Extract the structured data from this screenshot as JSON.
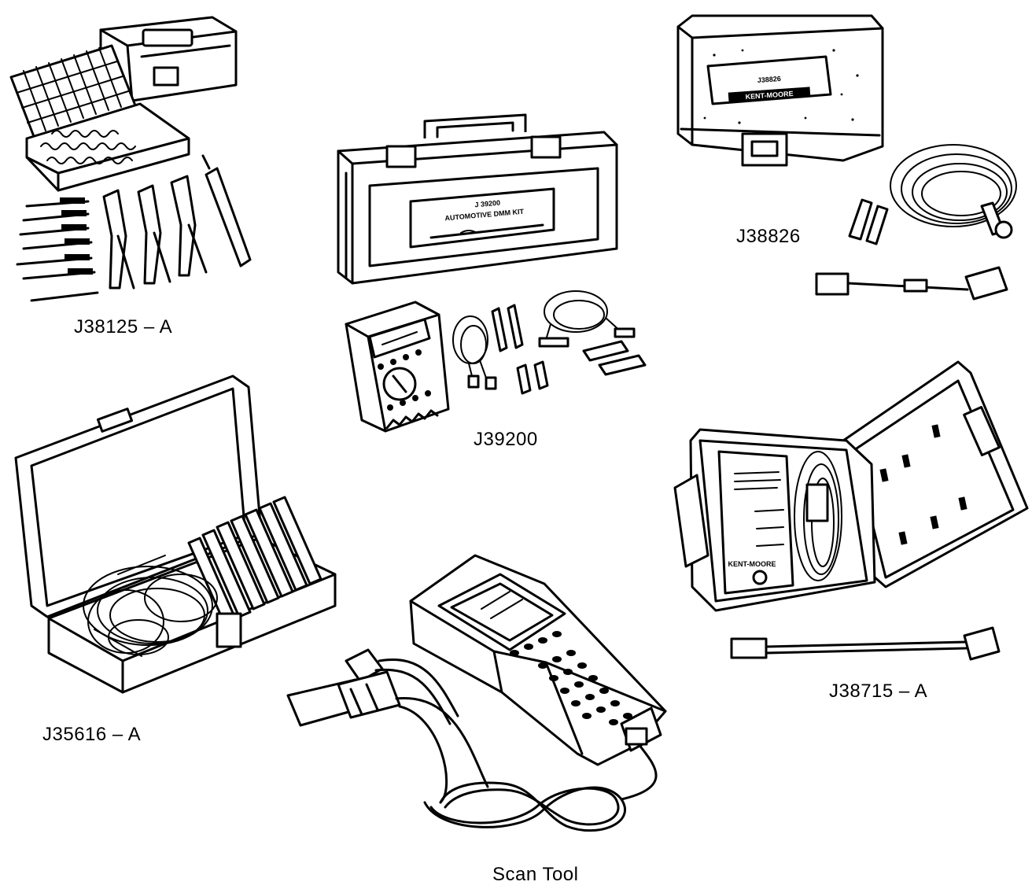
{
  "figure": {
    "items": [
      {
        "label": "J38125 – A",
        "case_text": []
      },
      {
        "label": "J39200",
        "case_text": [
          "J 39200",
          "AUTOMOTIVE DMM KIT"
        ]
      },
      {
        "label": "J38826",
        "case_text": [
          "J38826",
          "KENT-MOORE"
        ]
      },
      {
        "label": "J35616 – A",
        "case_text": []
      },
      {
        "label": "J38715 – A",
        "case_text": [
          "KENT-MOORE"
        ]
      },
      {
        "label": "Scan Tool",
        "case_text": []
      }
    ]
  }
}
